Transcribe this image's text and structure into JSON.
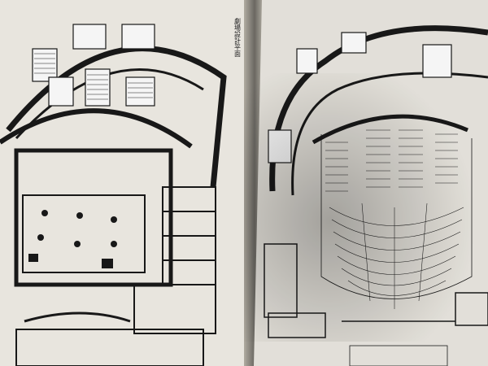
{
  "scene": {
    "kind": "photograph",
    "subject": "open-book",
    "colors": {
      "background": "#cfc7b8",
      "page_left": "#f2efe8",
      "page_right": "#ece9e2",
      "ink": "#1a1a1a",
      "shadow": "#8c8a84"
    }
  },
  "left_page": {
    "header_text": "劇場設計平面"
  },
  "right_page": {
    "seat_rows_visible": true
  }
}
